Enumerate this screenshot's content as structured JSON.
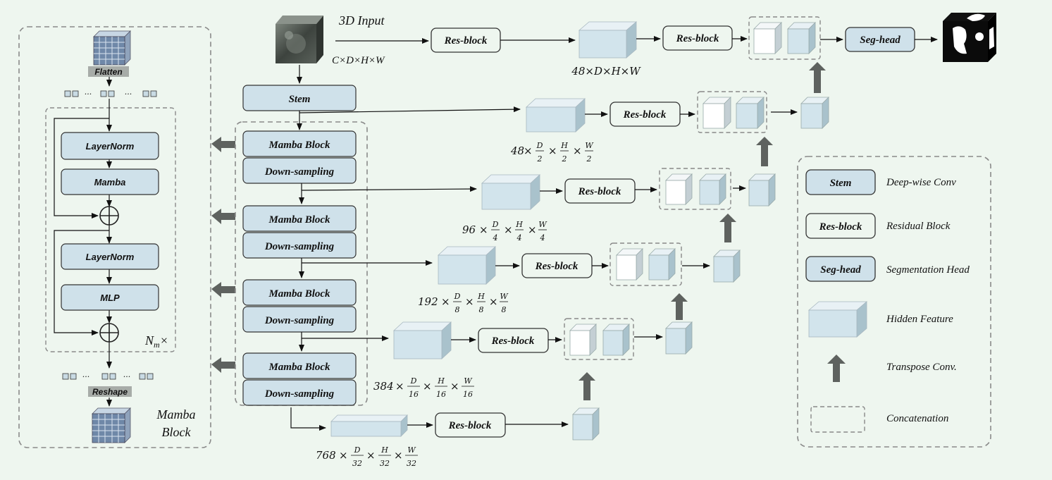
{
  "title": "3D Input",
  "input_dims": "C×D×H×W",
  "stem_label": "Stem",
  "mamba_block_label": "Mamba Block",
  "down_sampling_label": "Down-sampling",
  "res_block_label": "Res-block",
  "seg_head_label": "Seg-head",
  "detail": {
    "flatten": "Flatten",
    "layernorm": "LayerNorm",
    "mamba": "Mamba",
    "mlp": "MLP",
    "reshape": "Reshape",
    "repeat_base": "N",
    "repeat_sub": "m",
    "repeat_suffix": "×",
    "token_ellipsis": "···",
    "caption_line1": "Mamba",
    "caption_line2": "Block"
  },
  "features": [
    {
      "channels": "48",
      "text": "48×D×H×W"
    },
    {
      "channels": "48",
      "den": "2"
    },
    {
      "channels": "96",
      "den": "4"
    },
    {
      "channels": "192",
      "den": "8"
    },
    {
      "channels": "384",
      "den": "16"
    },
    {
      "channels": "768",
      "den": "32"
    }
  ],
  "frac_tokens": {
    "times": "×",
    "d": "D",
    "h": "H",
    "w": "W"
  },
  "legend": {
    "stem_key": "Stem",
    "stem_desc": "Deep-wise Conv",
    "res_key": "Res-block",
    "res_desc": "Residual Block",
    "seg_key": "Seg-head",
    "seg_desc": "Segmentation Head",
    "hidden_desc": "Hidden Feature",
    "transpose_desc": "Transpose Conv.",
    "concat_desc": "Concatenation"
  },
  "colors": {
    "background": "#eef6ef",
    "block_fill": "#cfe1ea",
    "cube_front": "#d2e4ec",
    "cube_top": "#e8f1f5",
    "cube_side": "#a9c2cc",
    "white_cube_front": "#ffffff",
    "arrow_gray": "#5e625f",
    "dash_gray": "#888888"
  }
}
